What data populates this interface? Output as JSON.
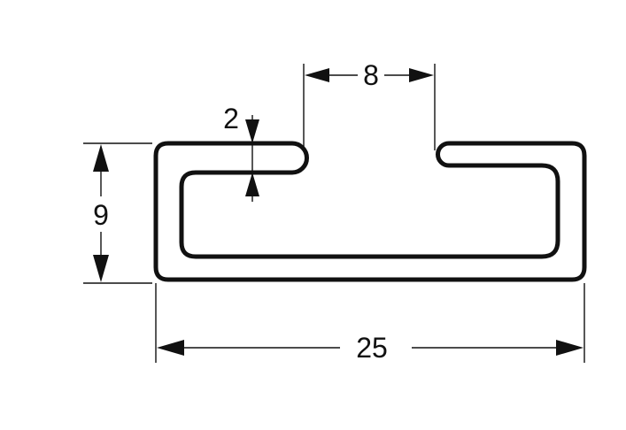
{
  "dimensions": {
    "overall_width": "25",
    "height": "9",
    "slot_opening": "8",
    "wall_thickness": "2"
  },
  "colors": {
    "line": "#111111",
    "background": "#ffffff"
  }
}
